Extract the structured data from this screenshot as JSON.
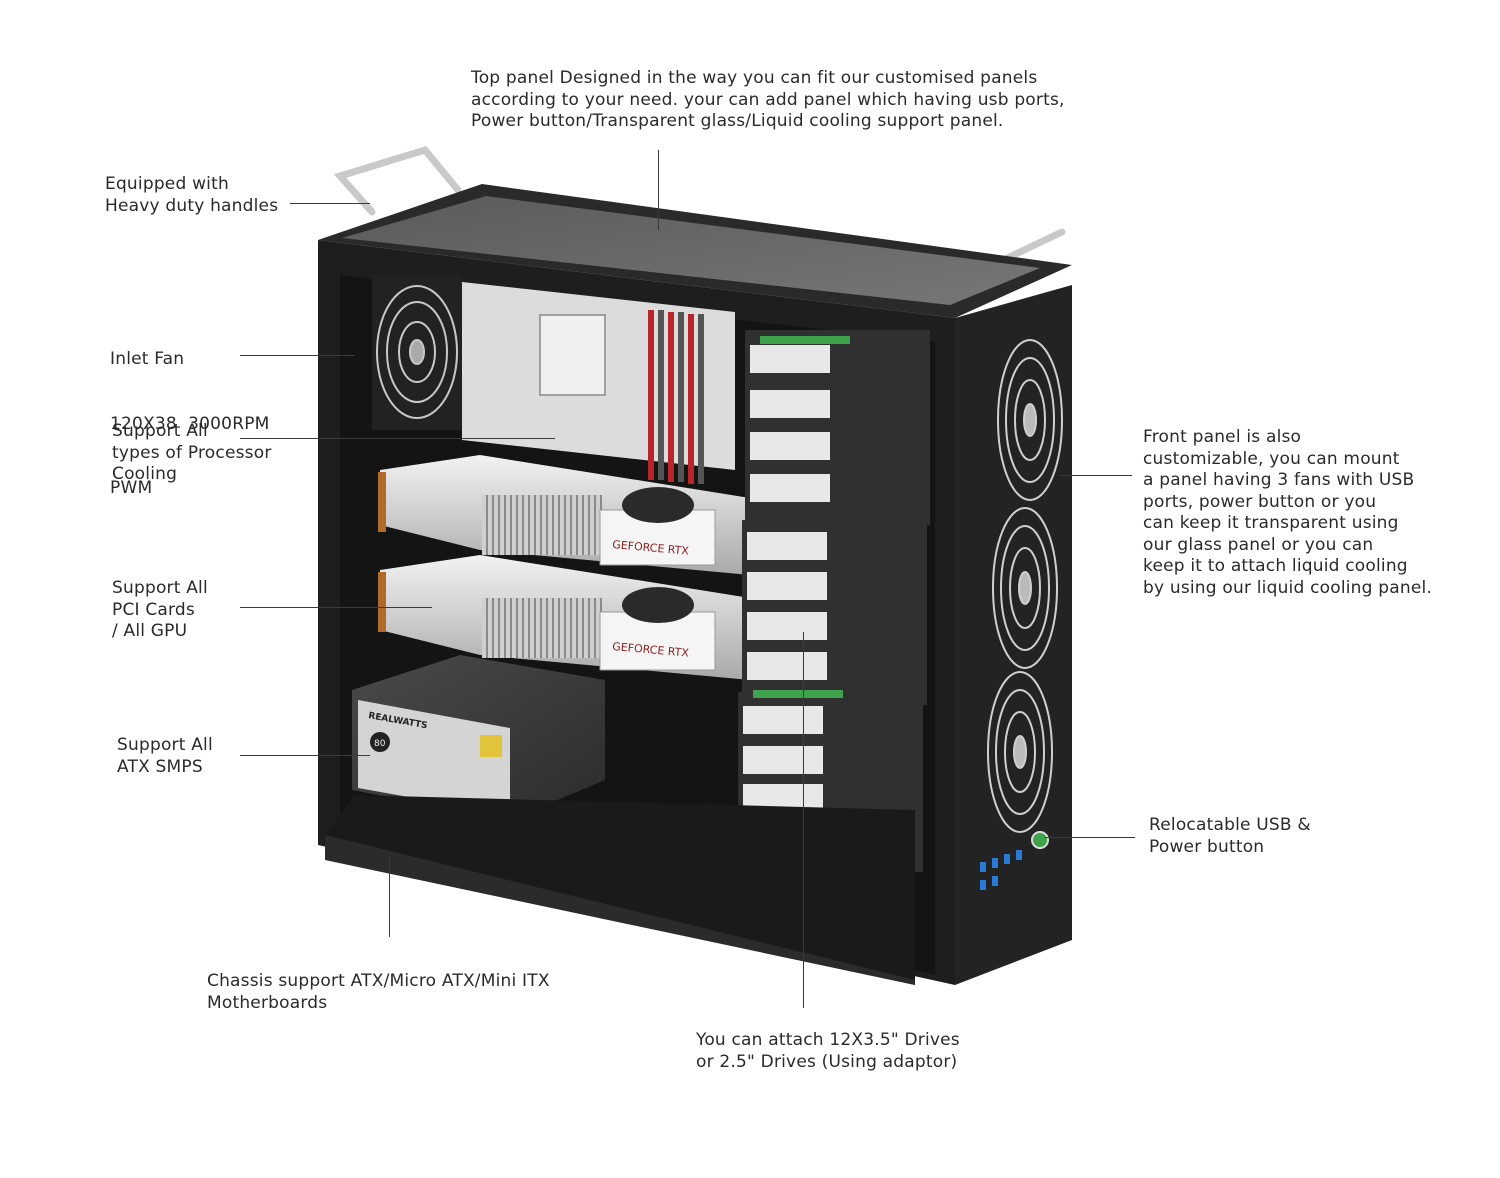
{
  "callouts": {
    "top_panel": {
      "lines": [
        "Top panel Designed in the way you can fit our customised panels",
        "according to your need. your can add panel which having usb ports,",
        "Power button/Transparent glass/Liquid cooling support panel."
      ]
    },
    "handles": {
      "lines": [
        "Equipped with",
        "Heavy duty handles"
      ]
    },
    "inlet_fan": {
      "lines": [
        "Inlet Fan",
        "120X38  3000RPM",
        "PWM"
      ]
    },
    "cpu_cooling": {
      "lines": [
        "Support All",
        "types of Processor",
        "Cooling"
      ]
    },
    "pci_cards": {
      "lines": [
        "Support All",
        "PCI Cards",
        "/ All GPU"
      ]
    },
    "smps": {
      "lines": [
        "Support All",
        "ATX SMPS"
      ]
    },
    "motherboards": {
      "lines": [
        "Chassis support ATX/Micro ATX/Mini ITX",
        "Motherboards"
      ]
    },
    "drives": {
      "lines": [
        "You can attach 12X3.5\" Drives",
        "or 2.5\" Drives (Using adaptor)"
      ]
    },
    "front_panel": {
      "lines": [
        "Front panel is also",
        "customizable, you can mount",
        "a panel having 3 fans with USB",
        "ports, power button or you",
        "can keep it transparent using",
        "our glass panel or you can",
        "keep it to attach liquid cooling",
        "by using our liquid cooling panel."
      ]
    },
    "usb_power": {
      "lines": [
        "Relocatable USB &",
        "Power button"
      ]
    }
  },
  "product_markings": {
    "gpu_brand": "GEFORCE RTX",
    "psu_brand": "REALWATTS",
    "psu_rating": "80"
  },
  "colors": {
    "chassis": "#1e1e1e",
    "accent_green": "#3fa34d",
    "ram_red": "#b8262a",
    "gpu_silver": "#d8d8d8"
  }
}
